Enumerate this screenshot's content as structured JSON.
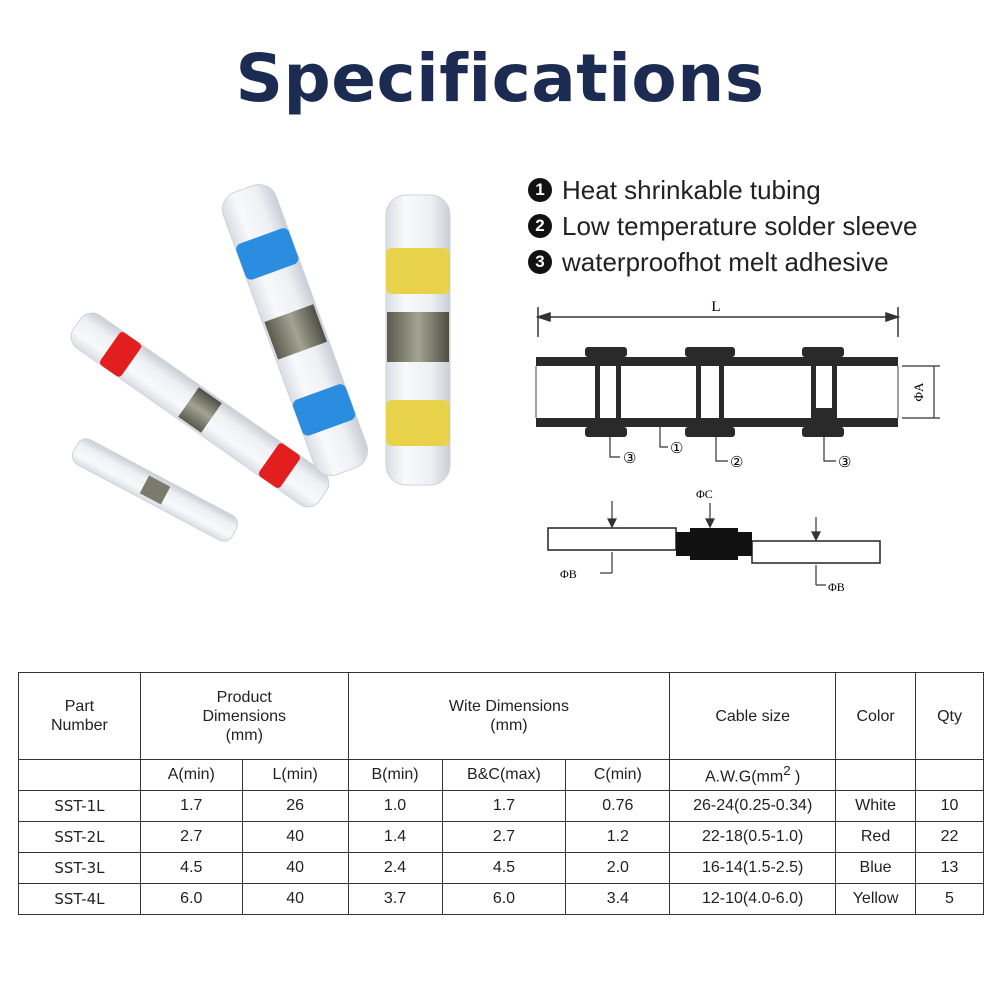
{
  "title": "Specifications",
  "legend": [
    {
      "number": "1",
      "text": "Heat shrinkable tubing"
    },
    {
      "number": "2",
      "text": "Low temperature solder sleeve"
    },
    {
      "number": "3",
      "text": "waterproofhot melt adhesive"
    }
  ],
  "diagram": {
    "length_label": "L",
    "diameter_a_label": "ΦA",
    "diameter_b_label": "ΦB",
    "diameter_c_label": "ΦC",
    "callouts": [
      "③",
      "①",
      "②",
      "③"
    ]
  },
  "product_colors": {
    "white": "#f2f2f2",
    "red": "#e21e1e",
    "blue": "#2a8de0",
    "yellow": "#e8d24a",
    "solder": "#7b7b6c"
  },
  "table": {
    "header": {
      "part_number": [
        "Part",
        "Number"
      ],
      "product_dimensions": [
        "Product",
        "Dimensions",
        "(mm)"
      ],
      "wire_dimensions": [
        "Wite Dimensions",
        "(mm)"
      ],
      "cable_size": "Cable size",
      "color": "Color",
      "qty": "Qty"
    },
    "subheader": {
      "a_min": "A(min)",
      "l_min": "L(min)",
      "b_min": "B(min)",
      "bc_max": "B&C(max)",
      "c_min": "C(min)",
      "awg": "A.W.G(mm",
      "awg_sup": "2",
      "awg_close": " )"
    },
    "rows": [
      {
        "part": "SST-1L",
        "a": "1.7",
        "l": "26",
        "b": "1.0",
        "bc": "1.7",
        "c": "0.76",
        "cable": "26-24(0.25-0.34)",
        "color": "White",
        "qty": "10"
      },
      {
        "part": "SST-2L",
        "a": "2.7",
        "l": "40",
        "b": "1.4",
        "bc": "2.7",
        "c": "1.2",
        "cable": "22-18(0.5-1.0)",
        "color": "Red",
        "qty": "22"
      },
      {
        "part": "SST-3L",
        "a": "4.5",
        "l": "40",
        "b": "2.4",
        "bc": "4.5",
        "c": "2.0",
        "cable": "16-14(1.5-2.5)",
        "color": "Blue",
        "qty": "13"
      },
      {
        "part": "SST-4L",
        "a": "6.0",
        "l": "40",
        "b": "3.7",
        "bc": "6.0",
        "c": "3.4",
        "cable": "12-10(4.0-6.0)",
        "color": "Yellow",
        "qty": "5"
      }
    ]
  }
}
